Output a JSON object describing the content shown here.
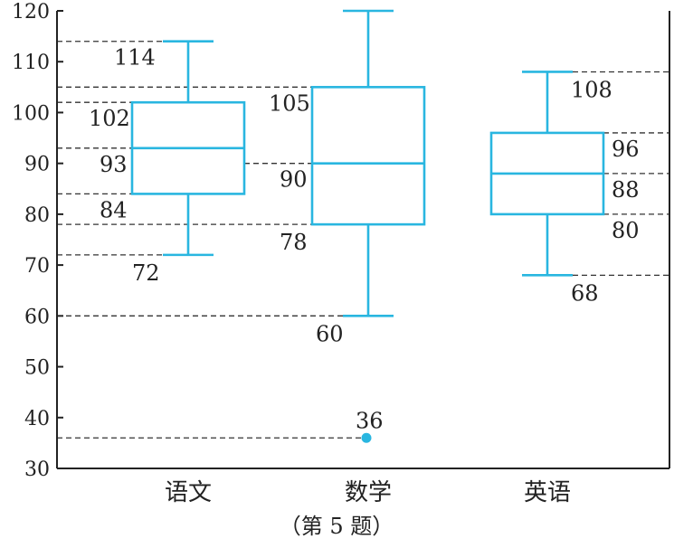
{
  "chart_data": {
    "type": "box",
    "ylim": [
      30,
      120
    ],
    "yticks": [
      "30",
      "40",
      "50",
      "60",
      "70",
      "80",
      "90",
      "100",
      "110",
      "120"
    ],
    "categories": [
      "语文",
      "数学",
      "英语"
    ],
    "boxes": [
      {
        "category": "语文",
        "min": 72,
        "q1": 84,
        "median": 93,
        "q3": 102,
        "max": 114,
        "outliers": []
      },
      {
        "category": "数学",
        "min": 60,
        "q1": 78,
        "median": 90,
        "q3": 105,
        "max": 120,
        "outliers": [
          36
        ]
      },
      {
        "category": "英语",
        "min": 68,
        "q1": 80,
        "median": 88,
        "q3": 96,
        "max": 108,
        "outliers": []
      }
    ],
    "value_labels": [
      {
        "box": 0,
        "text": "114",
        "value": 114
      },
      {
        "box": 0,
        "text": "102",
        "value": 102
      },
      {
        "box": 0,
        "text": "93",
        "value": 93
      },
      {
        "box": 0,
        "text": "84",
        "value": 84
      },
      {
        "box": 0,
        "text": "72",
        "value": 72
      },
      {
        "box": 1,
        "text": "105",
        "value": 105
      },
      {
        "box": 1,
        "text": "90",
        "value": 90
      },
      {
        "box": 1,
        "text": "78",
        "value": 78
      },
      {
        "box": 1,
        "text": "60",
        "value": 60
      },
      {
        "box": 1,
        "text": "36",
        "value": 36
      },
      {
        "box": 2,
        "text": "108",
        "value": 108
      },
      {
        "box": 2,
        "text": "96",
        "value": 96
      },
      {
        "box": 2,
        "text": "88",
        "value": 88
      },
      {
        "box": 2,
        "text": "80",
        "value": 80
      },
      {
        "box": 2,
        "text": "68",
        "value": 68
      }
    ],
    "caption": "（第 5 题）",
    "grid": false,
    "colors": {
      "box": "#29b6e0",
      "outlier": "#29b6e0",
      "axis": "#222222",
      "guide": "#333333"
    }
  }
}
